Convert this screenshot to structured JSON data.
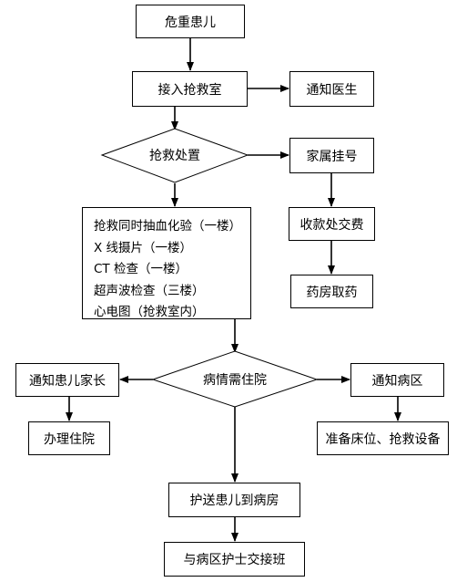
{
  "nodes": {
    "critical_child": "危重患儿",
    "receive_rescue_room": "接入抢救室",
    "notify_doctor": "通知医生",
    "rescue_handling": "抢救处置",
    "family_register": "家属挂号",
    "exams": [
      "抢救同时抽血化验（一楼）",
      "X 线摄片（一楼）",
      "CT 检查（一楼）",
      "超声波检查（三楼）",
      "心电图（抢救室内）"
    ],
    "pay_fees": "收款处交费",
    "get_medicine": "药房取药",
    "needs_admission": "病情需住院",
    "notify_parents": "通知患儿家长",
    "notify_ward": "通知病区",
    "admission_procedure": "办理住院",
    "prepare_bed_equipment": "准备床位、抢救设备",
    "escort_to_ward": "护送患儿到病房",
    "handover_nurse": "与病区护士交接班"
  }
}
